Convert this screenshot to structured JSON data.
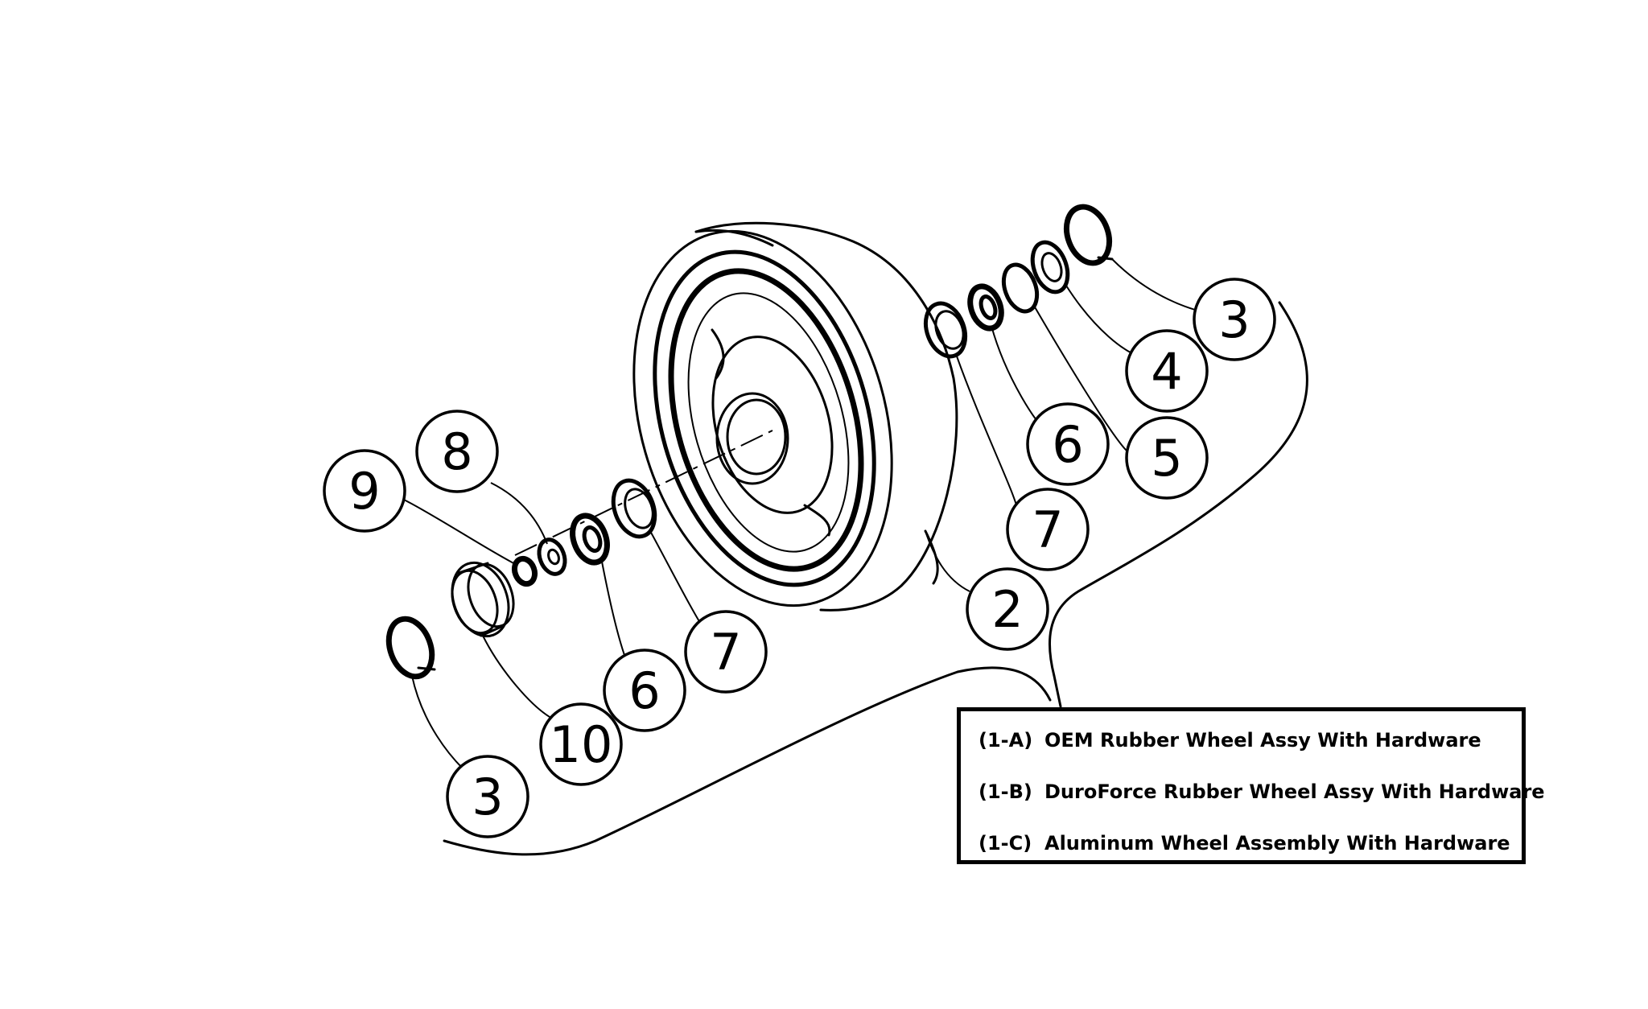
{
  "callouts": {
    "c3_right": "3",
    "c4": "4",
    "c5": "5",
    "c6_right": "6",
    "c7_right": "7",
    "c2": "2",
    "c8": "8",
    "c9": "9",
    "c7_left": "7",
    "c6_left": "6",
    "c10": "10",
    "c3_left": "3"
  },
  "legend": [
    {
      "code": "(1-A)",
      "text": "OEM Rubber Wheel Assy With Hardware"
    },
    {
      "code": "(1-B)",
      "text": "DuroForce Rubber Wheel Assy With Hardware"
    },
    {
      "code": "(1-C)",
      "text": "Aluminum Wheel Assembly With Hardware"
    }
  ]
}
